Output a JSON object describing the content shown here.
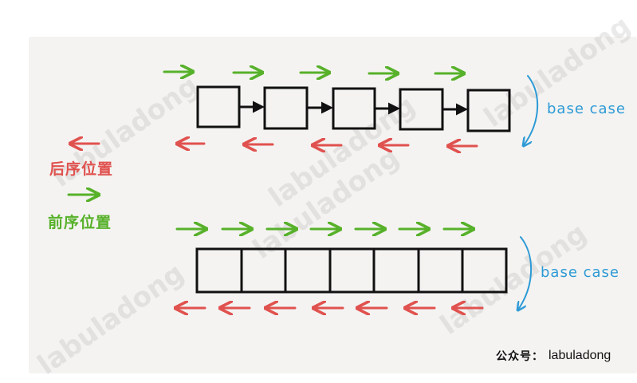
{
  "legend": {
    "post_order": "后序位置",
    "pre_order": "前序位置"
  },
  "top_diagram": {
    "type": "linked-list",
    "node_count": 5,
    "label": "base case"
  },
  "bottom_diagram": {
    "type": "array",
    "cell_count": 7,
    "label": "base case"
  },
  "watermark": "labuladong",
  "footer": {
    "seal": "公众号：",
    "handle": "labuladong"
  },
  "colors": {
    "pre_order": "#57b12a",
    "post_order": "#e0524f",
    "base_case": "#2d9ad6",
    "box": "#111111"
  }
}
